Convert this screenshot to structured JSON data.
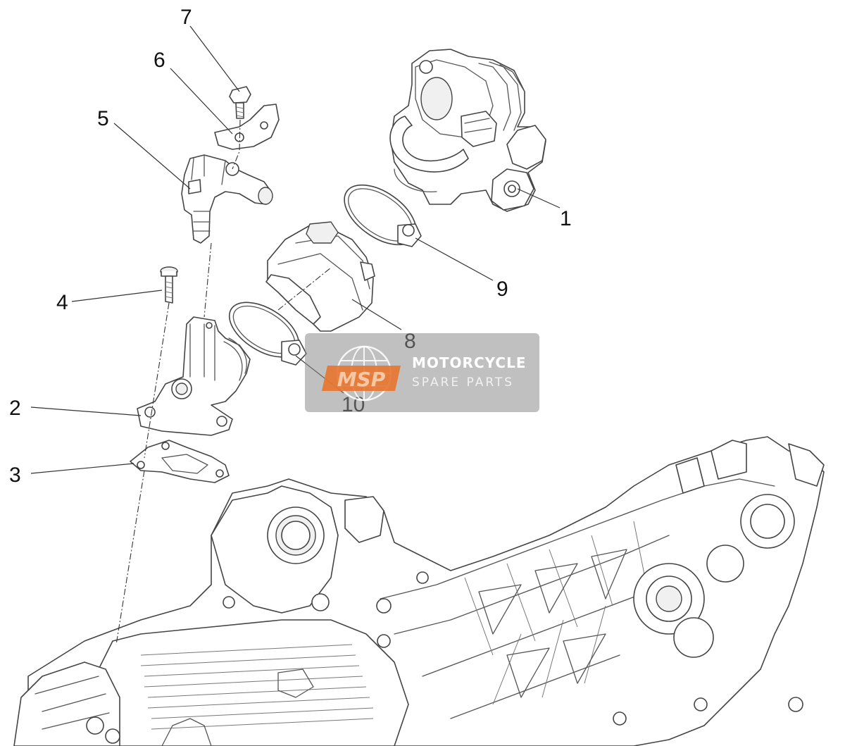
{
  "diagram": {
    "callouts": [
      "1",
      "2",
      "3",
      "4",
      "5",
      "6",
      "7",
      "8",
      "9",
      "10"
    ]
  },
  "watermark": {
    "logo_text": "MSP",
    "title": "MOTORCYCLE",
    "subtitle": "SPARE PARTS",
    "accent_color": "#e8742f"
  }
}
